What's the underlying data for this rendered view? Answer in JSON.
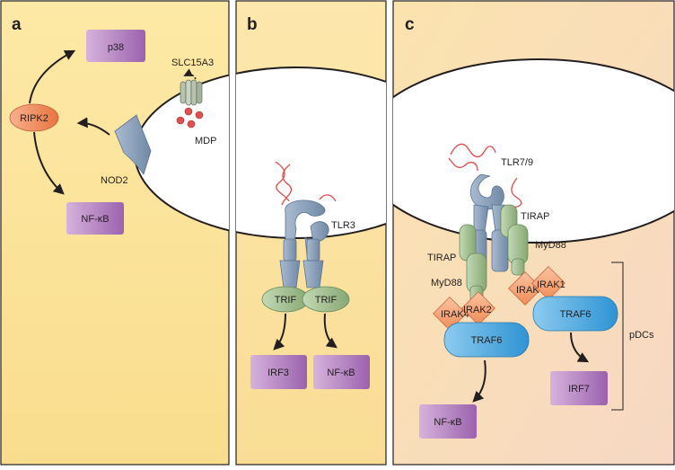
{
  "panels": {
    "a": {
      "letter": "a",
      "p38": "p38",
      "ripk2": "RIPK2",
      "nfkb": "NF-κB",
      "nod2": "NOD2",
      "slc15a3": "SLC15A3",
      "mdp": "MDP"
    },
    "b": {
      "letter": "b",
      "tlr3": "TLR3",
      "trif_left": "TRIF",
      "trif_right": "TRIF",
      "irf3": "IRF3",
      "nfkb": "NF-κB"
    },
    "c": {
      "letter": "c",
      "tlr79": "TLR7/9",
      "tirap_top": "TIRAP",
      "tirap_left": "TIRAP",
      "myd88_right": "MyD88",
      "myd88_left": "MyD88",
      "irak_right_a": "IRAK",
      "irak_right_b": "IRAK1",
      "irak_left_a": "IRAK4",
      "irak_left_b": "IRAK2",
      "traf6_right": "TRAF6",
      "traf6_left": "TRAF6",
      "pdcs": "pDCs",
      "irf7": "IRF7",
      "nfkb": "NF-κB"
    }
  },
  "colors": {
    "panel_a": "#fbe39a",
    "panel_b": "#fbe2a4",
    "panel_c": "#f8dfb8",
    "purple_box": "#b07cc0",
    "ripk2": "#f08a5d",
    "receptor": "#8ea4bd",
    "adapter_green": "#9fbf8e",
    "irak_orange": "#f6a77c",
    "traf_blue": "#4aa6dc",
    "mdp_red": "#e05050"
  }
}
